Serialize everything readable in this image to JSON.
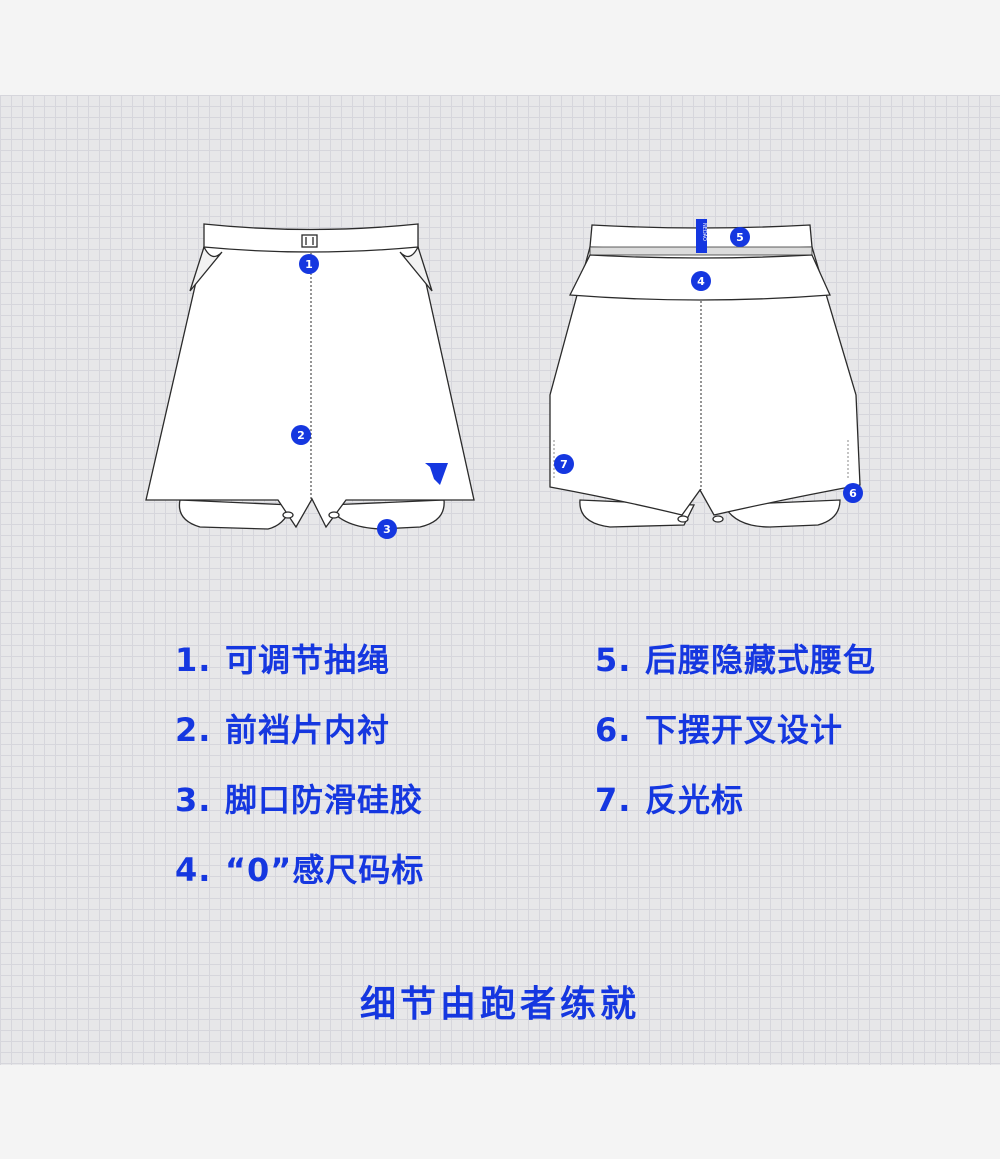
{
  "badges": [
    "1",
    "2",
    "3",
    "4",
    "5",
    "6",
    "7"
  ],
  "brand_tag": "NEDAO",
  "features": [
    {
      "num": "1.",
      "text": "可调节抽绳"
    },
    {
      "num": "2.",
      "text": "前裆片内衬"
    },
    {
      "num": "3.",
      "text": "脚口防滑硅胶"
    },
    {
      "num": "4.",
      "text": "“0”感尺码标"
    },
    {
      "num": "5.",
      "text": "后腰隐藏式腰包"
    },
    {
      "num": "6.",
      "text": "下摆开叉设计"
    },
    {
      "num": "7.",
      "text": "反光标"
    }
  ],
  "tagline": "细节由跑者练就",
  "colors": {
    "accent": "#1537e0",
    "line": "#2b2b2b",
    "grid_bg": "#e7e7e9"
  }
}
